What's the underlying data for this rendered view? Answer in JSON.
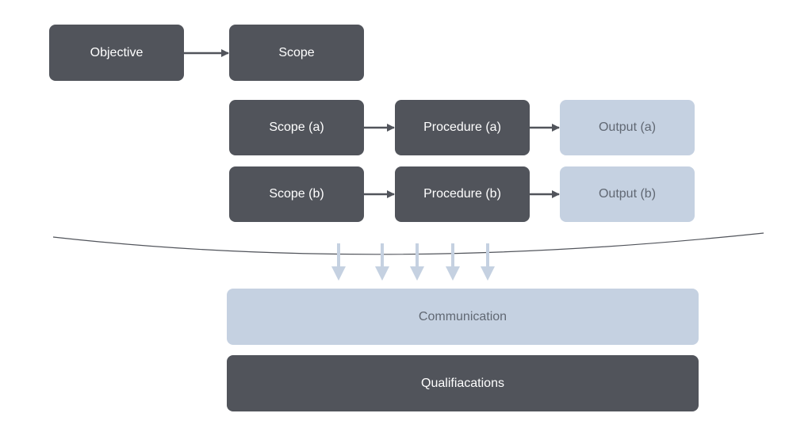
{
  "colors": {
    "dark_box": "#51545b",
    "light_box": "#c5d1e1",
    "dark_text": "#ffffff",
    "light_text": "#616873",
    "connector": "#51545b",
    "down_arrow": "#c5d1e1",
    "curve": "#51545b"
  },
  "nodes": {
    "objective": "Objective",
    "scope": "Scope",
    "scope_a": "Scope (a)",
    "procedure_a": "Procedure (a)",
    "output_a": "Output (a)",
    "scope_b": "Scope (b)",
    "procedure_b": "Procedure (b)",
    "output_b": "Output (b)",
    "communication": "Communication",
    "qualifications": "Qualifiacations"
  }
}
